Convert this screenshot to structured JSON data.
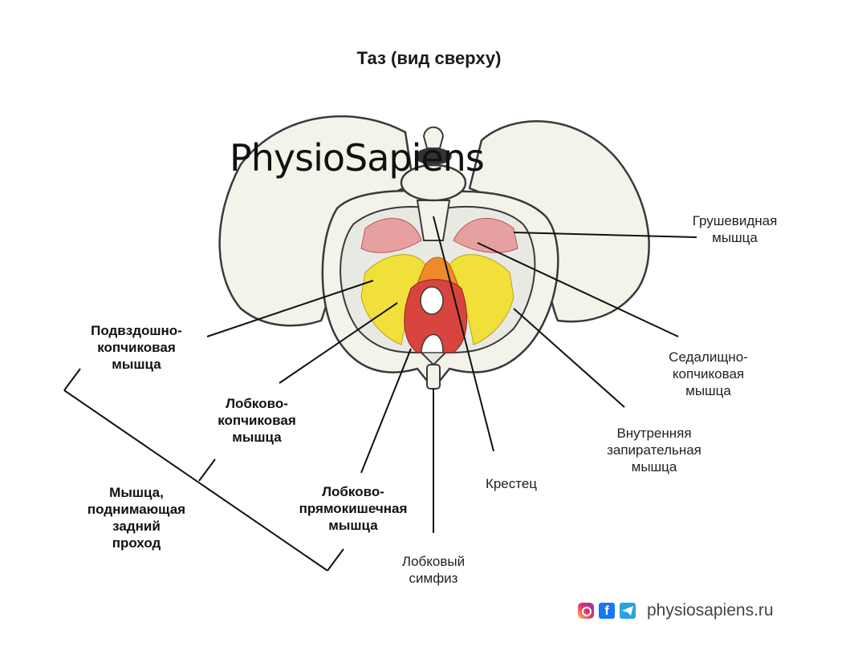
{
  "title": "Таз (вид сверху)",
  "logo": "PhysioSapiens",
  "labels": {
    "piriformis": [
      "Грушевидная",
      "мышца"
    ],
    "ischiococcygeus": [
      "Седалищно-",
      "копчиковая",
      "мышца"
    ],
    "obturator_internus": [
      "Внутренняя",
      "запирательная",
      "мышца"
    ],
    "sacrum": [
      "Крестец"
    ],
    "pubic_symphysis": [
      "Лобковый",
      "симфиз"
    ],
    "iliococcygeus": [
      "Подвздошно-",
      "копчиковая",
      "мышца"
    ],
    "pubococcygeus": [
      "Лобково-",
      "копчиковая",
      "мышца"
    ],
    "puborectalis": [
      "Лобково-",
      "прямокишечная",
      "мышца"
    ],
    "levator_ani": [
      "Мышца,",
      "поднимающая",
      "задний",
      "проход"
    ]
  },
  "footer": {
    "icons": [
      "instagram-icon",
      "facebook-icon",
      "telegram-icon"
    ],
    "site": "physiosapiens.ru"
  },
  "colors": {
    "bone": "#f4f3ea",
    "outline": "#3a3a3a",
    "muscle_red": "#d8453e",
    "muscle_pink": "#e7a0a0",
    "muscle_yellow": "#f2e03a",
    "muscle_orange": "#ef8a2b"
  }
}
